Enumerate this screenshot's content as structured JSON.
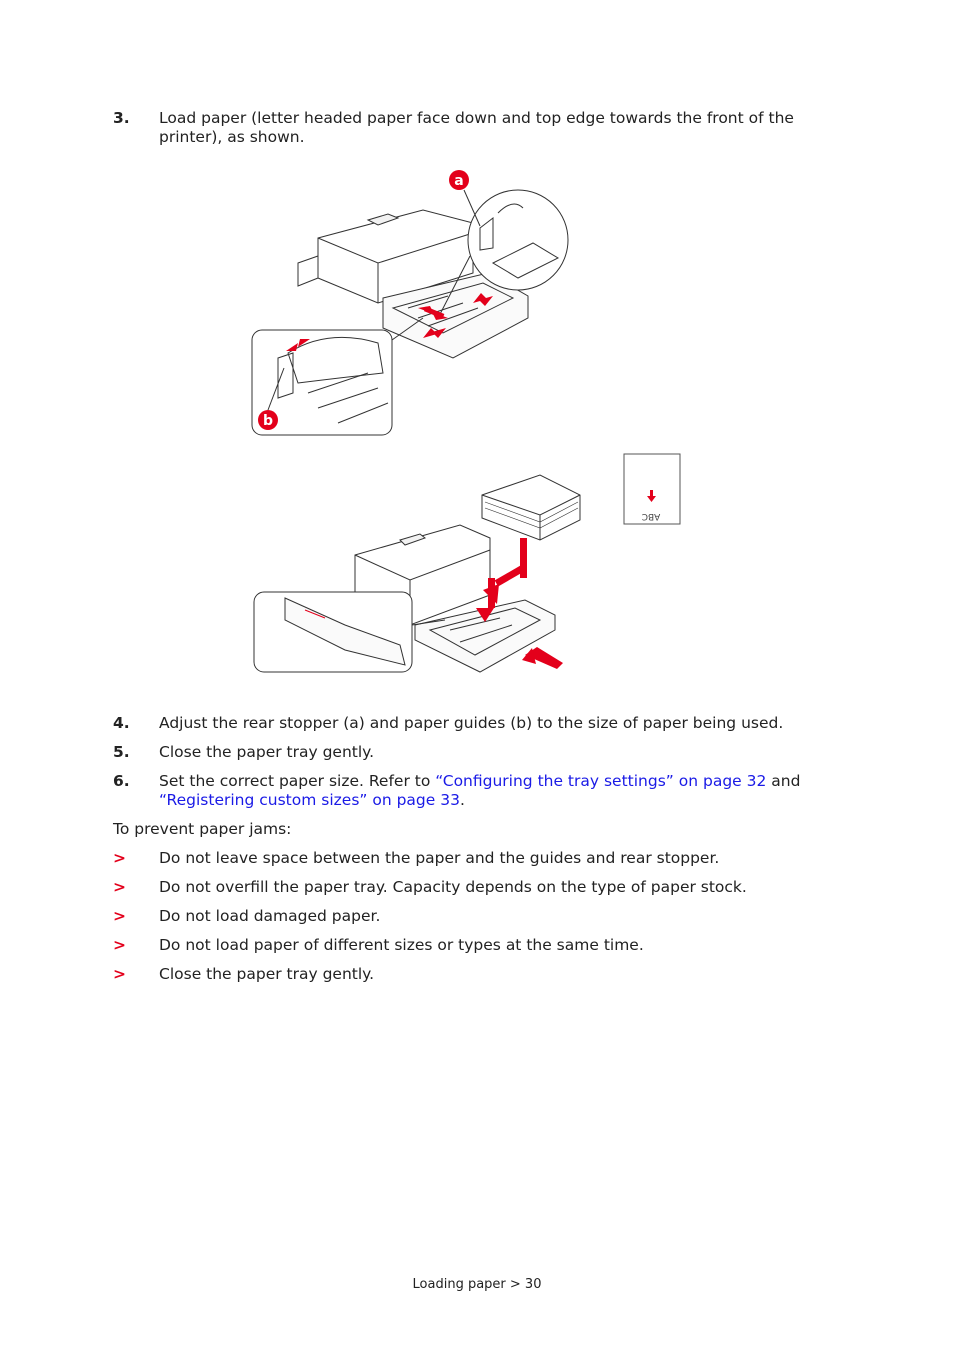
{
  "step3": {
    "number": "3.",
    "text_line1": "Load paper (letter headed paper face down and top edge towards the front of the",
    "text_line2": "printer), as shown."
  },
  "illustration_top": {
    "callout_a": "a",
    "callout_b": "b",
    "accent_color": "#e3001b"
  },
  "illustration_bottom": {
    "paper_orientation_label": "ABC",
    "accent_color": "#e3001b"
  },
  "step4": {
    "number": "4.",
    "text": "Adjust the rear stopper (a) and paper guides (b) to the size of paper being used."
  },
  "step5": {
    "number": "5.",
    "text": "Close the paper tray gently."
  },
  "step6": {
    "number": "6.",
    "text_prefix": "Set the correct paper size. Refer to ",
    "link1": "“Configuring the tray settings” on page 32",
    "text_mid": " and",
    "link2": "“Registering custom sizes” on page 33",
    "text_suffix": "."
  },
  "prevent_intro": "To prevent paper jams:",
  "bullet_marker": ">",
  "bullets": [
    "Do not leave space between the paper and the guides and rear stopper.",
    "Do not overfill the paper tray. Capacity depends on the type of paper stock.",
    "Do not load damaged paper.",
    "Do not load paper of different sizes or types at the same time.",
    "Close the paper tray gently."
  ],
  "footer": "Loading paper > 30",
  "colors": {
    "link": "#1a1ae6",
    "accent": "#e3001b",
    "text": "#222222"
  }
}
